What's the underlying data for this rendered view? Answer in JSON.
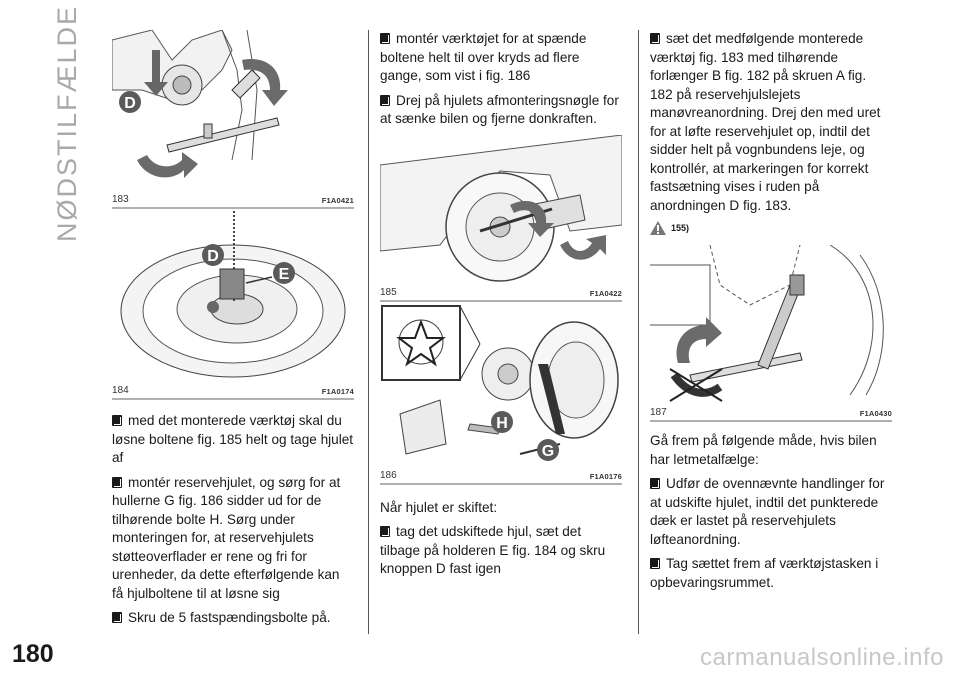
{
  "section_title": "NØDSTILFÆLDE",
  "page_number": "180",
  "watermark": "carmanualsonline.info",
  "figures": {
    "fig183": {
      "number": "183",
      "code": "F1A0421",
      "callouts": [
        "D"
      ]
    },
    "fig184": {
      "number": "184",
      "code": "F1A0174",
      "callouts": [
        "D",
        "E"
      ]
    },
    "fig185": {
      "number": "185",
      "code": "F1A0422"
    },
    "fig186": {
      "number": "186",
      "code": "F1A0176",
      "callouts": [
        "H",
        "G"
      ]
    },
    "fig187": {
      "number": "187",
      "code": "F1A0430"
    }
  },
  "col1": {
    "items": [
      "med det monterede værktøj skal du løsne boltene fig. 185 helt og tage hjulet af",
      "montér reservehjulet, og sørg for at hullerne G fig. 186 sidder ud for de tilhørende bolte H. Sørg under monteringen for, at reservehjulets støtteoverflader er rene og fri for urenheder, da dette efterfølgende kan få hjulboltene til at løsne sig",
      "Skru de 5 fastspændingsbolte på."
    ]
  },
  "col2": {
    "items": [
      "montér værktøjet for at spænde boltene helt til over kryds ad flere gange, som vist i fig. 186",
      "Drej på hjulets afmonteringsnøgle for at sænke bilen og fjerne donkraften."
    ],
    "subheading": "Når hjulet er skiftet:",
    "items2": [
      "tag det udskiftede hjul, sæt det tilbage på holderen E fig. 184 og skru knoppen D fast igen"
    ]
  },
  "col3": {
    "items": [
      "sæt det medfølgende monterede værktøj fig. 183 med tilhørende forlænger B fig. 182 på skruen A fig. 182 på reservehjulslejets manøvreanordning. Drej den med uret for at løfte reservehjulet op, indtil det sidder helt på vognbundens leje, og kontrollér, at markeringen for korrekt fastsætning vises i ruden på anordningen D fig. 183."
    ],
    "warning_ref": "155)",
    "intro": "Gå frem på følgende måde, hvis bilen har letmetalfælge:",
    "items2": [
      "Udfør de ovennævnte handlinger for at udskifte hjulet, indtil det punkterede dæk er lastet på reservehjulets løfteanordning.",
      "Tag sættet frem af værktøjstasken i opbevaringsrummet."
    ]
  },
  "colors": {
    "callout_fill": "#5a5a5a",
    "arrow_fill": "#6b6b6b",
    "rule": "#b0b0b0"
  }
}
